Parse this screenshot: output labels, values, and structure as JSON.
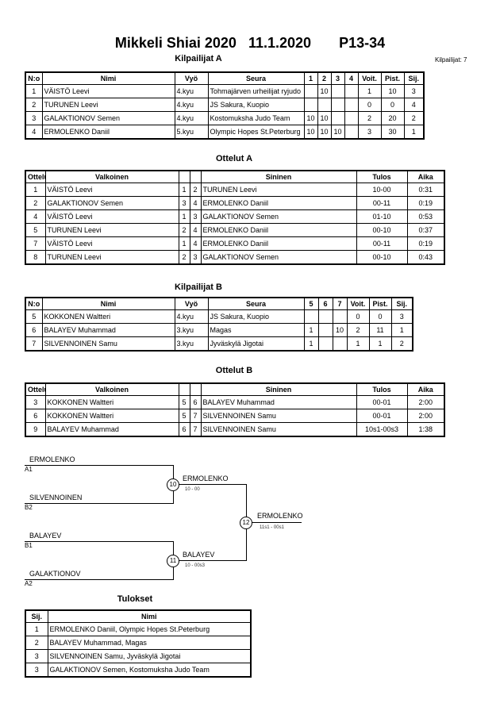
{
  "header": {
    "event": "Mikkeli Shiai 2020",
    "date": "11.1.2020",
    "category": "P13-34"
  },
  "pool_a": {
    "title": "Kilpailijat A",
    "count_label": "Kilpailijat: 7",
    "columns": [
      "N:o",
      "Nimi",
      "Vyö",
      "Seura",
      "1",
      "2",
      "3",
      "4",
      "Voit.",
      "Pist.",
      "Sij."
    ],
    "rows": [
      {
        "no": "1",
        "name": "VÄISTÖ Leevi",
        "belt": "4.kyu",
        "club": "Tohmajärven urheilijat ryjudo",
        "s1": "",
        "s2": "10",
        "s3": "",
        "s4": "",
        "wins": "1",
        "pts": "10",
        "place": "3"
      },
      {
        "no": "2",
        "name": "TURUNEN Leevi",
        "belt": "4.kyu",
        "club": "JS Sakura, Kuopio",
        "s1": "",
        "s2": "",
        "s3": "",
        "s4": "",
        "wins": "0",
        "pts": "0",
        "place": "4"
      },
      {
        "no": "3",
        "name": "GALAKTIONOV Semen",
        "belt": "4.kyu",
        "club": "Kostomuksha Judo Team",
        "s1": "10",
        "s2": "10",
        "s3": "",
        "s4": "",
        "wins": "2",
        "pts": "20",
        "place": "2"
      },
      {
        "no": "4",
        "name": "ERMOLENKO Daniil",
        "belt": "5.kyu",
        "club": "Olympic Hopes St.Peterburg",
        "s1": "10",
        "s2": "10",
        "s3": "10",
        "s4": "",
        "wins": "3",
        "pts": "30",
        "place": "1"
      }
    ]
  },
  "matches_a": {
    "title": "Ottelut A",
    "columns": [
      "Ottelu",
      "Valkoinen",
      "",
      "",
      "Sininen",
      "Tulos",
      "Aika"
    ],
    "rows": [
      {
        "no": "1",
        "white": "VÄISTÖ Leevi",
        "wn": "1",
        "bn": "2",
        "blue": "TURUNEN Leevi",
        "result": "10-00",
        "time": "0:31"
      },
      {
        "no": "2",
        "white": "GALAKTIONOV Semen",
        "wn": "3",
        "bn": "4",
        "blue": "ERMOLENKO Daniil",
        "result": "00-11",
        "time": "0:19"
      },
      {
        "no": "4",
        "white": "VÄISTÖ Leevi",
        "wn": "1",
        "bn": "3",
        "blue": "GALAKTIONOV Semen",
        "result": "01-10",
        "time": "0:53"
      },
      {
        "no": "5",
        "white": "TURUNEN Leevi",
        "wn": "2",
        "bn": "4",
        "blue": "ERMOLENKO Daniil",
        "result": "00-10",
        "time": "0:37"
      },
      {
        "no": "7",
        "white": "VÄISTÖ Leevi",
        "wn": "1",
        "bn": "4",
        "blue": "ERMOLENKO Daniil",
        "result": "00-11",
        "time": "0:19"
      },
      {
        "no": "8",
        "white": "TURUNEN Leevi",
        "wn": "2",
        "bn": "3",
        "blue": "GALAKTIONOV Semen",
        "result": "00-10",
        "time": "0:43"
      }
    ]
  },
  "pool_b": {
    "title": "Kilpailijat B",
    "columns": [
      "N:o",
      "Nimi",
      "Vyö",
      "Seura",
      "5",
      "6",
      "7",
      "Voit.",
      "Pist.",
      "Sij."
    ],
    "rows": [
      {
        "no": "5",
        "name": "KOKKONEN Waltteri",
        "belt": "4.kyu",
        "club": "JS Sakura, Kuopio",
        "s1": "",
        "s2": "",
        "s3": "",
        "wins": "0",
        "pts": "0",
        "place": "3"
      },
      {
        "no": "6",
        "name": "BALAYEV Muhammad",
        "belt": "3.kyu",
        "club": "Magas",
        "s1": "1",
        "s2": "",
        "s3": "10",
        "wins": "2",
        "pts": "11",
        "place": "1"
      },
      {
        "no": "7",
        "name": "SILVENNOINEN Samu",
        "belt": "3.kyu",
        "club": "Jyväskylä Jigotai",
        "s1": "1",
        "s2": "",
        "s3": "",
        "wins": "1",
        "pts": "1",
        "place": "2"
      }
    ]
  },
  "matches_b": {
    "title": "Ottelut B",
    "columns": [
      "Ottelu",
      "Valkoinen",
      "",
      "",
      "Sininen",
      "Tulos",
      "Aika"
    ],
    "rows": [
      {
        "no": "3",
        "white": "KOKKONEN Waltteri",
        "wn": "5",
        "bn": "6",
        "blue": "BALAYEV Muhammad",
        "result": "00-01",
        "time": "2:00"
      },
      {
        "no": "6",
        "white": "KOKKONEN Waltteri",
        "wn": "5",
        "bn": "7",
        "blue": "SILVENNOINEN Samu",
        "result": "00-01",
        "time": "2:00"
      },
      {
        "no": "9",
        "white": "BALAYEV Muhammad",
        "wn": "6",
        "bn": "7",
        "blue": "SILVENNOINEN Samu",
        "result": "10s1-00s3",
        "time": "1:38"
      }
    ]
  },
  "bracket": {
    "semi1": {
      "top": "ERMOLENKO",
      "top_seed": "A1",
      "bottom": "SILVENNOINEN",
      "bottom_seed": "B2",
      "match": "10",
      "winner": "ERMOLENKO",
      "score": "10 - 00"
    },
    "semi2": {
      "top": "BALAYEV",
      "top_seed": "B1",
      "bottom": "GALAKTIONOV",
      "bottom_seed": "A2",
      "match": "11",
      "winner": "BALAYEV",
      "score": "10 - 00s3"
    },
    "final": {
      "match": "12",
      "winner": "ERMOLENKO",
      "score": "11s1 - 00s1"
    }
  },
  "results": {
    "title": "Tulokset",
    "columns": [
      "Sij.",
      "Nimi"
    ],
    "rows": [
      {
        "place": "1",
        "name": "ERMOLENKO Daniil, Olympic Hopes St.Peterburg"
      },
      {
        "place": "2",
        "name": "BALAYEV Muhammad, Magas"
      },
      {
        "place": "3",
        "name": "SILVENNOINEN Samu, Jyväskylä Jigotai"
      },
      {
        "place": "3",
        "name": "GALAKTIONOV Semen, Kostomuksha Judo Team"
      }
    ]
  }
}
